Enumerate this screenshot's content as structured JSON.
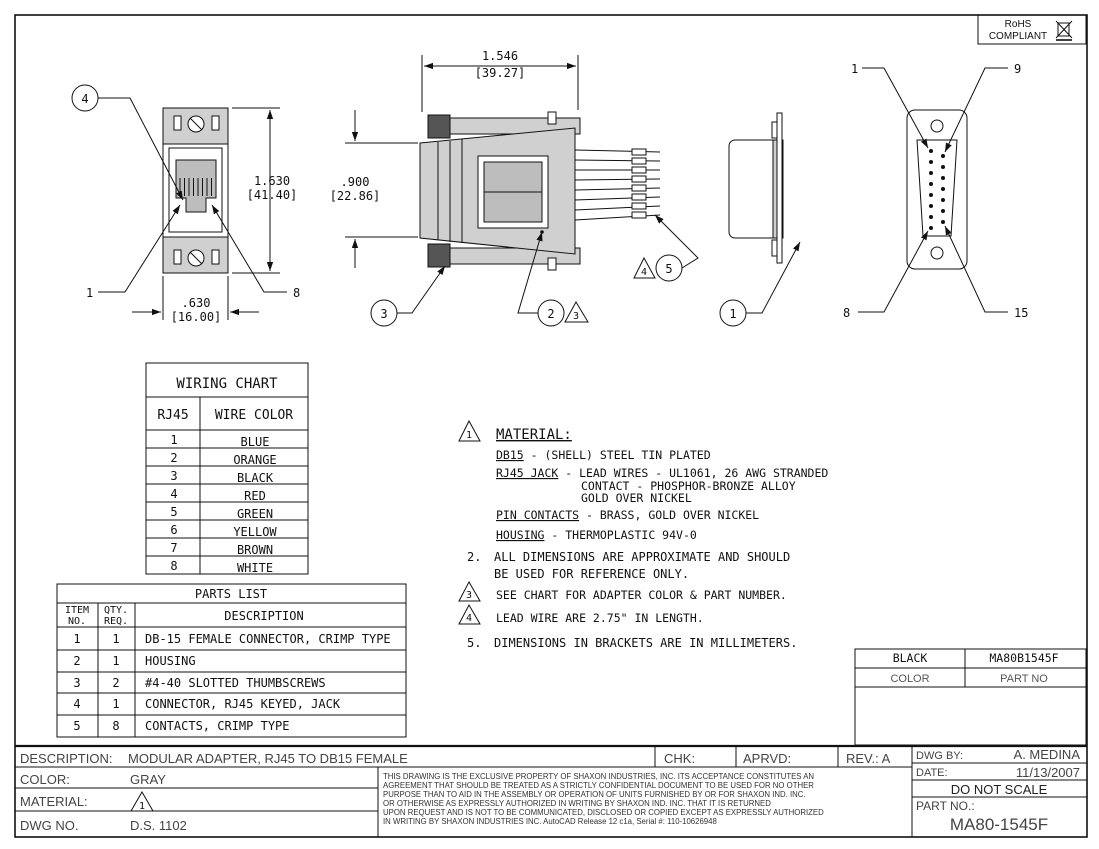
{
  "rohs": {
    "line1": "RoHS",
    "line2": "COMPLIANT"
  },
  "front_view": {
    "callout_item": "4",
    "left_label": "1",
    "right_label": "8",
    "height_in": "1.630",
    "height_mm": "[41.40]",
    "width_in": ".630",
    "width_mm": "[16.00]"
  },
  "side_view": {
    "length_in": "1.546",
    "length_mm": "[39.27]",
    "height_in": ".900",
    "height_mm": "[22.86]",
    "callout_3": "3",
    "callout_2": "2",
    "note_3": "3",
    "note_4": "4",
    "callout_5": "5"
  },
  "profile_view": {
    "callout_1": "1"
  },
  "connector_view": {
    "pin_1": "1",
    "pin_9": "9",
    "pin_8": "8",
    "pin_15": "15"
  },
  "wiring_chart": {
    "title": "WIRING CHART",
    "col_rj45": "RJ45",
    "col_color": "WIRE COLOR",
    "rows": [
      {
        "pin": "1",
        "color": "BLUE"
      },
      {
        "pin": "2",
        "color": "ORANGE"
      },
      {
        "pin": "3",
        "color": "BLACK"
      },
      {
        "pin": "4",
        "color": "RED"
      },
      {
        "pin": "5",
        "color": "GREEN"
      },
      {
        "pin": "6",
        "color": "YELLOW"
      },
      {
        "pin": "7",
        "color": "BROWN"
      },
      {
        "pin": "8",
        "color": "WHITE"
      }
    ]
  },
  "parts_list": {
    "title": "PARTS LIST",
    "col_item_1": "ITEM",
    "col_item_2": "NO.",
    "col_qty_1": "QTY.",
    "col_qty_2": "REQ.",
    "col_desc": "DESCRIPTION",
    "rows": [
      {
        "item": "1",
        "qty": "1",
        "desc": "DB-15 FEMALE CONNECTOR, CRIMP TYPE"
      },
      {
        "item": "2",
        "qty": "1",
        "desc": "HOUSING"
      },
      {
        "item": "3",
        "qty": "2",
        "desc": "#4-40 SLOTTED THUMBSCREWS"
      },
      {
        "item": "4",
        "qty": "1",
        "desc": "CONNECTOR, RJ45 KEYED, JACK"
      },
      {
        "item": "5",
        "qty": "8",
        "desc": "CONTACTS, CRIMP TYPE"
      }
    ]
  },
  "notes": {
    "n1_num": "1",
    "n1_title": "MATERIAL:",
    "db15_key": "DB15",
    "db15_val": " - (SHELL) STEEL TIN PLATED",
    "rj45_key": "RJ45 JACK",
    "rj45_val1": " - LEAD WIRES - UL1061, 26 AWG STRANDED",
    "rj45_val2": "CONTACT - PHOSPHOR-BRONZE ALLOY",
    "rj45_val3": "GOLD OVER NICKEL",
    "pin_key": "PIN CONTACTS",
    "pin_val": " - BRASS, GOLD OVER NICKEL",
    "housing_key": "HOUSING",
    "housing_val": " - THERMOPLASTIC 94V-0",
    "n2_num": "2.",
    "n2_line1": "ALL DIMENSIONS ARE APPROXIMATE AND SHOULD",
    "n2_line2": "BE USED FOR REFERENCE ONLY.",
    "n3_num": "3",
    "n3_text": "SEE CHART FOR ADAPTER COLOR & PART NUMBER.",
    "n4_num": "4",
    "n4_text": "LEAD WIRE ARE 2.75\" IN LENGTH.",
    "n5_num": "5.",
    "n5_text": "DIMENSIONS IN BRACKETS ARE IN MILLIMETERS."
  },
  "color_table": {
    "color_value": "BLACK",
    "part_value": "MA80B1545F",
    "col_color": "COLOR",
    "col_part": "PART NO"
  },
  "title_block": {
    "desc_label": "DESCRIPTION:",
    "desc_value": "MODULAR ADAPTER, RJ45 TO DB15 FEMALE",
    "chk_label": "CHK:",
    "aprvd_label": "APRVD:",
    "rev_label": "REV.: A",
    "color_label": "COLOR:",
    "color_value": "GRAY",
    "material_label": "MATERIAL:",
    "material_note": "1",
    "dwg_label": "DWG NO.",
    "dwg_value": "D.S. 1102",
    "legal_1": "THIS DRAWING IS THE EXCLUSIVE PROPERTY OF SHAXON INDUSTRIES, INC. ITS ACCEPTANCE CONSTITUTES AN",
    "legal_2": "AGREEMENT THAT SHOULD BE TREATED AS A STRICTLY CONFIDENTIAL DOCUMENT TO BE USED FOR NO OTHER",
    "legal_3": "PURPOSE THAN TO AID IN THE ASSEMBLY OR OPERATION OF UNITS FURNISHED BY OR FOR SHAXON IND. INC.",
    "legal_4": "OR OTHERWISE AS EXPRESSLY AUTHORIZED IN WRITING BY SHAXON IND. INC. THAT IT IS RETURNED",
    "legal_5": "UPON REQUEST AND IS NOT TO BE COMMUNICATED, DISCLOSED OR COPIED EXCEPT AS EXPRESSLY AUTHORIZED",
    "legal_6": "IN WRITING BY SHAXON INDUSTRIES INC. AutoCAD Release 12 c1a, Serial #: 110-10626948",
    "dwg_by_label": "DWG BY:",
    "dwg_by_value": "A. MEDINA",
    "date_label": "DATE:",
    "date_value": "11/13/2007",
    "scale_text": "DO NOT SCALE",
    "part_no_label": "PART NO.:",
    "part_no_value": "MA80-1545F"
  }
}
